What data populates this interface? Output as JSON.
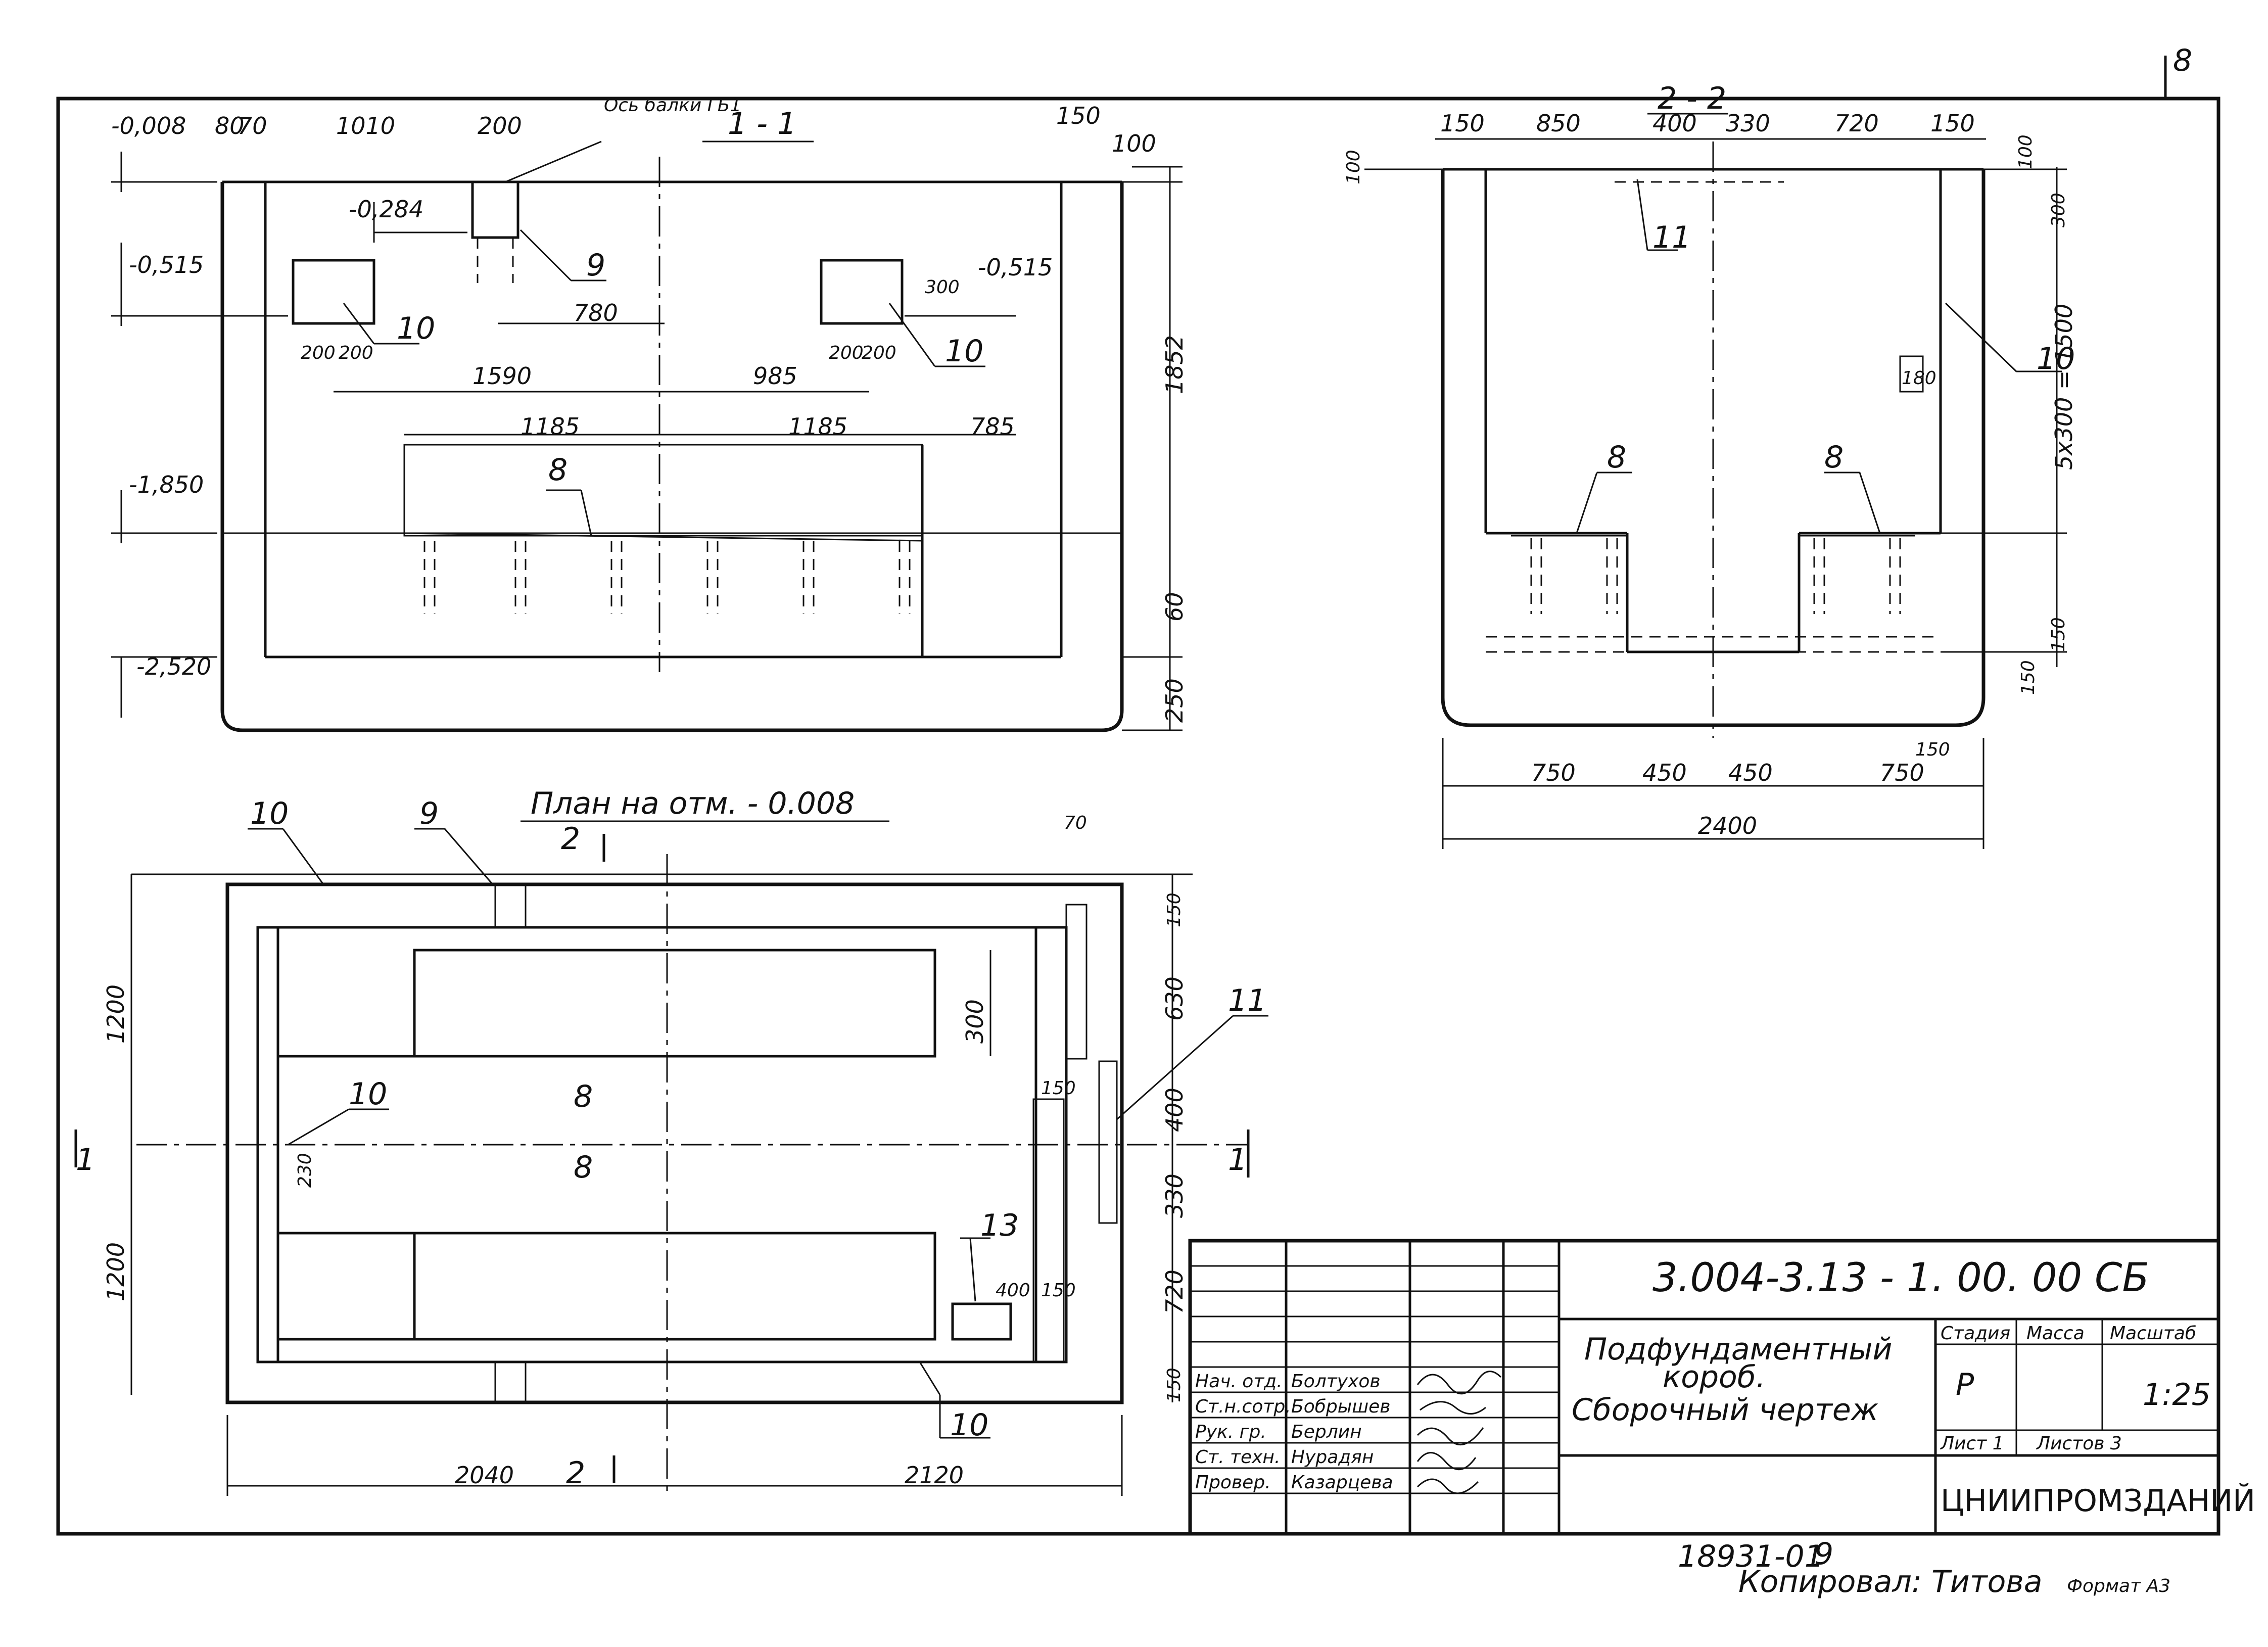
{
  "sheet_no": "8",
  "section_11": {
    "title": "1 - 1",
    "elevations": [
      "-0,008",
      "-0,284",
      "-0,515",
      "-0,515",
      "-1,850",
      "-2,520"
    ],
    "dims_top": [
      "80",
      "70",
      "1010",
      "200",
      "150",
      "100"
    ],
    "note": "Ось балки ГБ1",
    "dims_mid": [
      "780",
      "200",
      "200",
      "200",
      "200",
      "1590",
      "985",
      "300"
    ],
    "dims_beam": [
      "1185",
      "1185",
      "785"
    ],
    "dims_right": [
      "1852",
      "60",
      "250"
    ],
    "callouts": [
      "9",
      "10",
      "10",
      "8"
    ]
  },
  "section_22": {
    "title": "2 - 2",
    "dims_top": [
      "150",
      "850",
      "400",
      "330",
      "720",
      "150"
    ],
    "dims_right": [
      "100",
      "100",
      "300",
      "5x300 = 1500",
      "150",
      "150",
      "150"
    ],
    "dim_180": "180",
    "dims_bottom": [
      "750",
      "450",
      "450",
      "750"
    ],
    "dim_total": "2400",
    "callouts": [
      "11",
      "10",
      "8",
      "8"
    ]
  },
  "plan": {
    "title": "План на отм. - 0.008",
    "section_marks": [
      "2",
      "2",
      "1",
      "1"
    ],
    "dims_right": [
      "70",
      "150",
      "630",
      "400",
      "330",
      "720",
      "150"
    ],
    "dims_left": [
      "1200",
      "1200",
      "230"
    ],
    "dims_bottom": [
      "2040",
      "2120"
    ],
    "dims_inner": [
      "300",
      "150",
      "400",
      "150"
    ],
    "callouts": [
      "10",
      "9",
      "11",
      "10",
      "8",
      "8",
      "13",
      "10"
    ]
  },
  "title_block": {
    "doc_code": "3.004-3.13 - 1. 00. 00 СБ",
    "title_lines": [
      "Подфундаментный",
      "короб.",
      "Сборочный чертеж"
    ],
    "headers": [
      "Стадия",
      "Масса",
      "Масштаб"
    ],
    "stage": "Р",
    "scale": "1:25",
    "sheet": "Лист 1",
    "sheets": "Листов 3",
    "org": "ЦНИИПРОМЗДАНИЙ",
    "roles": [
      "Нач. отд.",
      "Ст.н.сотр.",
      "Рук. гр.",
      "Ст. техн.",
      "Провер."
    ],
    "names": [
      "Болтухов",
      "Бобрышев",
      "Берлин",
      "Нурадян",
      "Казарцева"
    ]
  },
  "footer": {
    "number": "18931-01",
    "number_suffix": "9",
    "copied": "Копировал: Титова",
    "format": "Формат А3"
  }
}
